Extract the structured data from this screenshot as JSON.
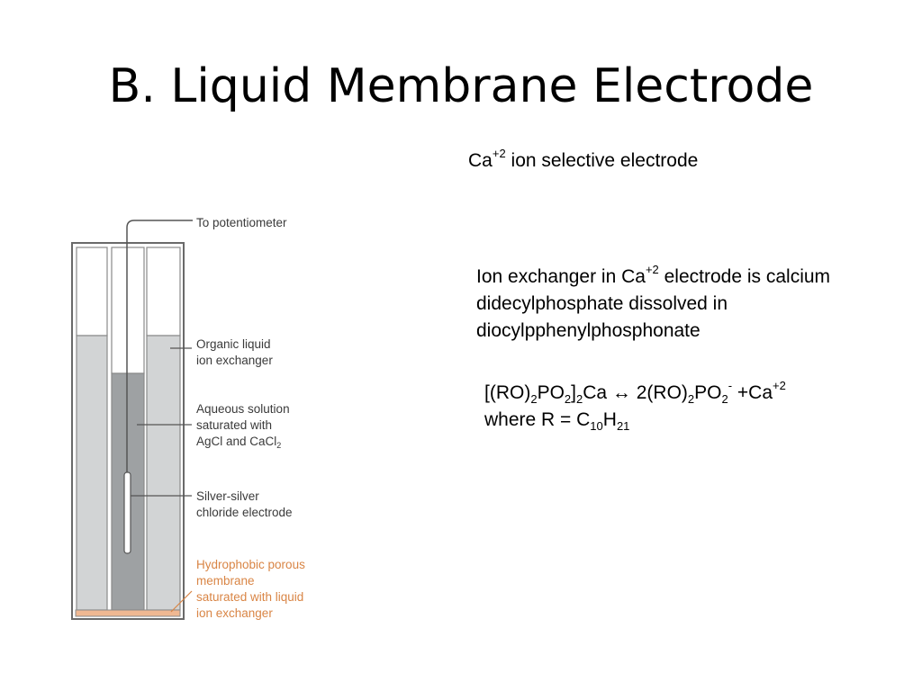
{
  "title": "B. Liquid Membrane Electrode",
  "subtitle": {
    "ion": "Ca",
    "charge": "+2",
    "rest": " ion selective electrode"
  },
  "description": {
    "p1": "Ion exchanger in Ca",
    "charge": "+2",
    "p2": " electrode is calcium didecylphosphate dissolved in diocylpphenylphosphonate"
  },
  "equation": {
    "line1": {
      "a": "[(RO)",
      "s1": "2",
      "b": "PO",
      "s2": "2",
      "c": "]",
      "s3": "2",
      "d": "Ca ↔ 2(RO)",
      "s4": "2",
      "e": "PO",
      "s5": "2",
      "sup1": "-",
      "f": " +Ca",
      "sup2": "+2"
    },
    "line2": {
      "a": "where R = C",
      "s1": "10",
      "b": "H",
      "s2": "21"
    }
  },
  "figure": {
    "labels": {
      "potentiometer": "To potentiometer",
      "organic_1": "Organic liquid",
      "organic_2": "ion exchanger",
      "aqueous_1": "Aqueous solution",
      "aqueous_2": "saturated with",
      "aqueous_3": "AgCl and CaCl",
      "aqueous_sub": "2",
      "silver_1": "Silver-silver",
      "silver_2": "chloride electrode",
      "membrane_1": "Hydrophobic porous",
      "membrane_2": "membrane",
      "membrane_3": "saturated with liquid",
      "membrane_4": "ion exchanger"
    },
    "colors": {
      "organic_liquid": "#d2d4d5",
      "aqueous_solution": "#9ea1a3",
      "membrane": "#f0b892",
      "orange_text": "#d98545",
      "outline": "#6a6a6a"
    }
  }
}
